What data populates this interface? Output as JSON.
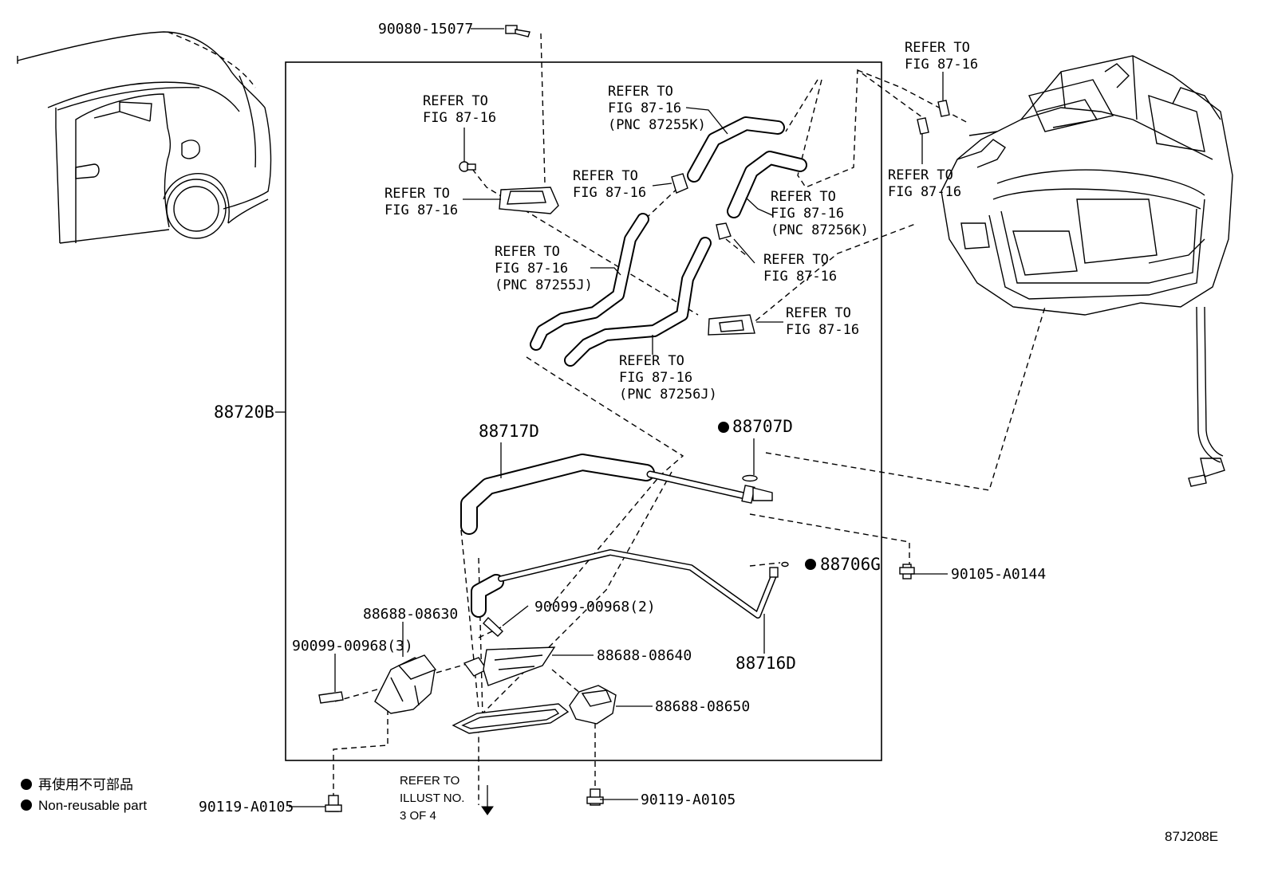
{
  "diagram": {
    "assembly_label": "88720B",
    "figure_code": "87J208E",
    "refer_lines": [
      "REFER TO",
      "FIG 87-16"
    ],
    "pnc_labels": {
      "p1": "(PNC 87255K)",
      "p2": "(PNC 87256K)",
      "p3": "(PNC 87255J)",
      "p4": "(PNC 87256J)"
    },
    "parts": {
      "bolt_top": "90080-15077",
      "hose_lower": "88717D",
      "oring_a": "88707D",
      "oring_b": "88706G",
      "tube": "88716D",
      "bolt_right": "90105-A0144",
      "screw_a": "90099-00968(2)",
      "screw_b": "90099-00968(3)",
      "bracket_a": "88688-08630",
      "bracket_b": "88688-08640",
      "bracket_c": "88688-08650",
      "bolt_bottom_left": "90119-A0105",
      "bolt_bottom_mid": "90119-A0105"
    },
    "illust_ref": [
      "REFER TO",
      "ILLUST NO.",
      "3 OF 4"
    ],
    "legend": {
      "japanese": "再使用不可部品",
      "english": "Non-reusable part"
    }
  }
}
